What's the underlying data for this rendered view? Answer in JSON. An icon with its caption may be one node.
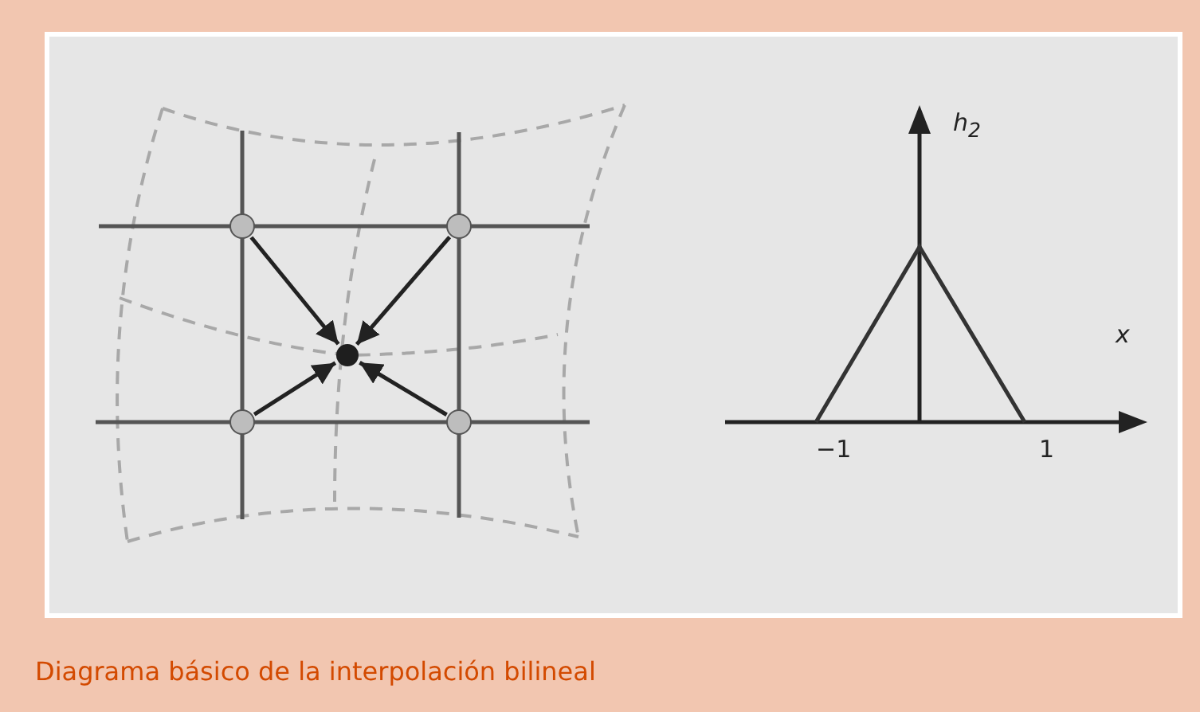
{
  "diagram": {
    "caption": "Diagrama básico de la interpolación bilineal",
    "nodes": [
      {
        "text": [],
        "shape": "circle"
      },
      {
        "text": [],
        "shape": "circle"
      },
      {
        "text": [],
        "shape": "circle"
      },
      {
        "text": [],
        "shape": "circle"
      },
      {
        "text": [],
        "shape": "circle"
      }
    ],
    "edges": [
      {
        "from": 0,
        "to": 2,
        "arrow": "to"
      },
      {
        "from": 1,
        "to": 2,
        "arrow": "to"
      },
      {
        "from": 3,
        "to": 2,
        "arrow": "to"
      },
      {
        "from": 4,
        "to": 2,
        "arrow": "to"
      }
    ],
    "labels": [
      "h$_{2}$",
      "x",
      "−1",
      "1"
    ]
  }
}
